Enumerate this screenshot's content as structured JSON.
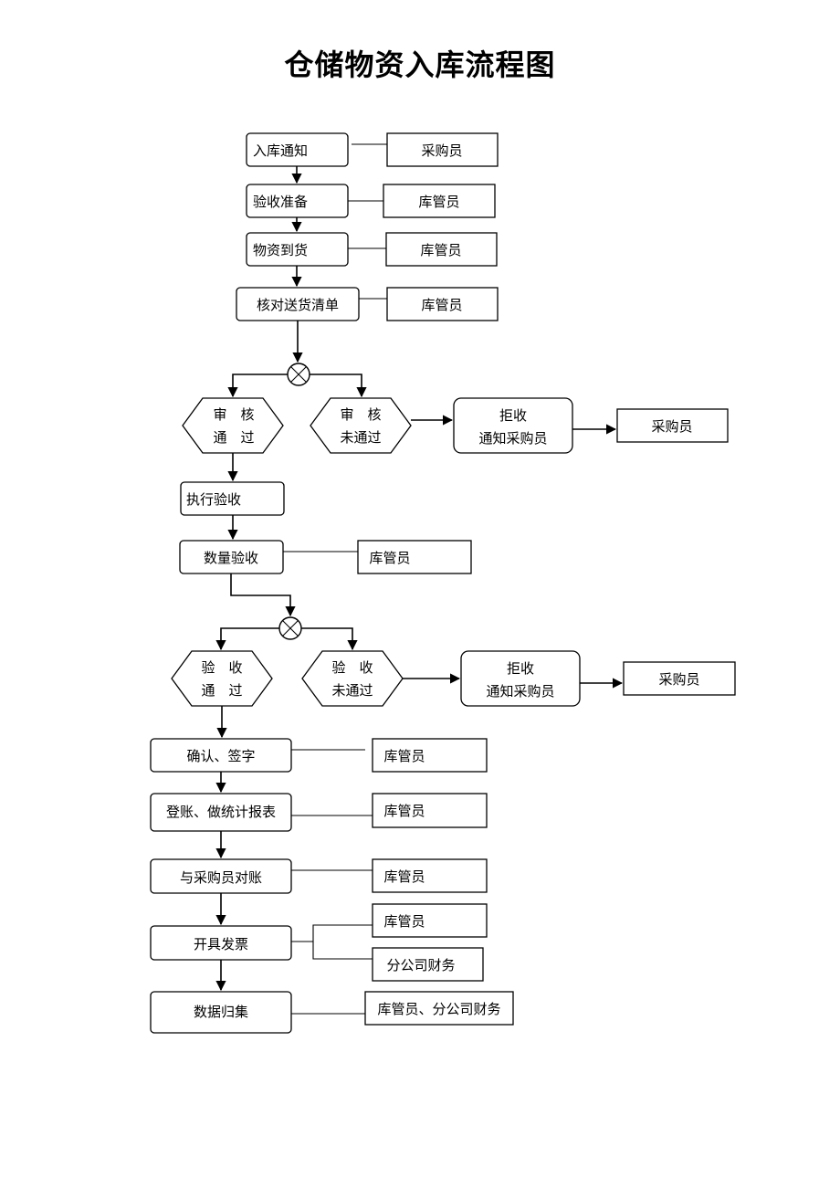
{
  "title": "仓储物资入库流程图",
  "process": {
    "notice": "入库通知",
    "prep": "验收准备",
    "arrival": "物资到货",
    "check_list": "核对送货清单",
    "execute": "执行验收",
    "quantity": "数量验收",
    "confirm": "确认、签字",
    "ledger": "登账、做统计报表",
    "reconcile": "与采购员对账",
    "invoice": "开具发票",
    "collect": "数据归集"
  },
  "decision_review": {
    "pass_line1": "审　核",
    "pass_line2": "通　过",
    "fail_line1": "审　核",
    "fail_line2": "未通过",
    "reject_line1": "拒收",
    "reject_line2": "通知采购员"
  },
  "decision_accept": {
    "pass_line1": "验　收",
    "pass_line2": "通　过",
    "fail_line1": "验　收",
    "fail_line2": "未通过",
    "reject_line1": "拒收",
    "reject_line2": "通知采购员"
  },
  "roles": {
    "notice": "采购员",
    "prep": "库管员",
    "arrival": "库管员",
    "check_list": "库管员",
    "reject1": "采购员",
    "quantity": "库管员",
    "reject2": "采购员",
    "confirm": "库管员",
    "ledger": "库管员",
    "reconcile": "库管员",
    "invoice_a": "库管员",
    "invoice_b": "分公司财务",
    "collect": "库管员、分公司财务"
  }
}
